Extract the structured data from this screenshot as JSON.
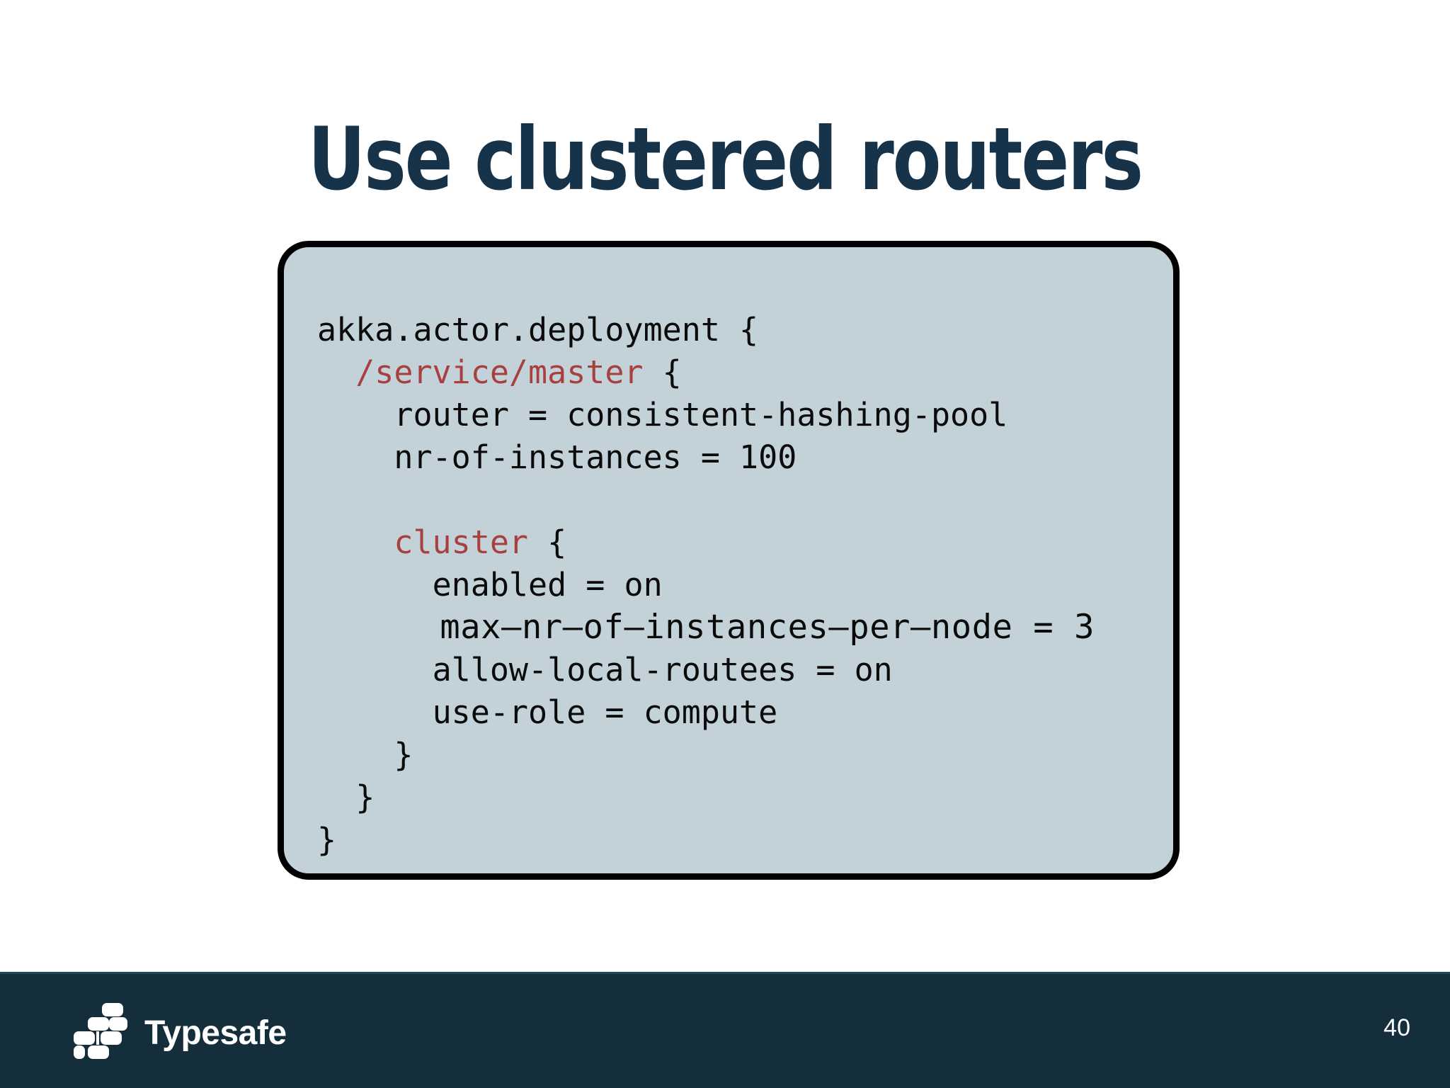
{
  "slide": {
    "title": "Use clustered routers",
    "background_color": "#ffffff",
    "title_color": "#17334a"
  },
  "code_block": {
    "language": "hocon",
    "background_color": "#c3d2d9",
    "border_color": "#000000",
    "keyword_color": "#a8403f",
    "text_color": "#0b0b0b",
    "lines": [
      {
        "indent": "",
        "segments": [
          {
            "text": "akka.actor.deployment {",
            "style": "plain"
          }
        ]
      },
      {
        "indent": "  ",
        "segments": [
          {
            "text": "/service/master",
            "style": "red"
          },
          {
            "text": " {",
            "style": "plain"
          }
        ]
      },
      {
        "indent": "    ",
        "segments": [
          {
            "text": "router = consistent-hashing-pool",
            "style": "plain"
          }
        ]
      },
      {
        "indent": "    ",
        "segments": [
          {
            "text": "nr-of-instances = 100",
            "style": "plain"
          }
        ]
      },
      {
        "indent": "",
        "segments": []
      },
      {
        "indent": "    ",
        "segments": [
          {
            "text": "cluster",
            "style": "red"
          },
          {
            "text": " {",
            "style": "plain"
          }
        ]
      },
      {
        "indent": "      ",
        "segments": [
          {
            "text": "enabled = on",
            "style": "plain"
          }
        ]
      },
      {
        "indent": "      ",
        "wide": true,
        "segments": [
          {
            "text": "max–nr–of–instances–per–node = 3",
            "style": "plain"
          }
        ]
      },
      {
        "indent": "      ",
        "segments": [
          {
            "text": "allow-local-routees = on",
            "style": "plain"
          }
        ]
      },
      {
        "indent": "      ",
        "segments": [
          {
            "text": "use-role = compute",
            "style": "plain"
          }
        ]
      },
      {
        "indent": "    ",
        "segments": [
          {
            "text": "}",
            "style": "plain"
          }
        ]
      },
      {
        "indent": "  ",
        "segments": [
          {
            "text": "}",
            "style": "plain"
          }
        ]
      },
      {
        "indent": "",
        "segments": [
          {
            "text": "}",
            "style": "plain"
          }
        ]
      }
    ]
  },
  "footer": {
    "background_color": "#142e3c",
    "brand_name": "Typesafe",
    "logo_icon": "typesafe-blocks-icon",
    "page_number": "40"
  }
}
